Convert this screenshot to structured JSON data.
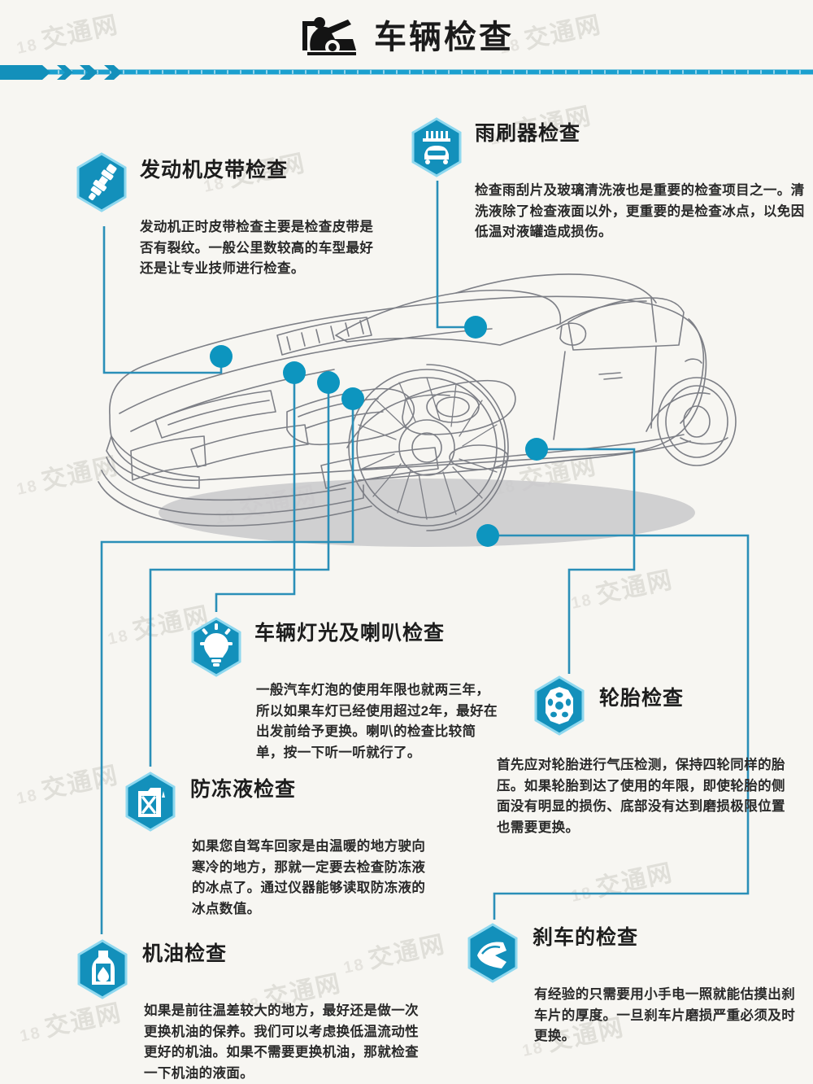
{
  "header": {
    "title": "车辆检查",
    "icon": "car-mechanic-icon",
    "accent_color": "#0f93c4",
    "rule_color": "#1ba0cf"
  },
  "watermark": {
    "text": "交通网",
    "tag": "18"
  },
  "diagram": {
    "illustration": "sedan-line-drawing",
    "dot_color": "#0d95bf",
    "line_color": "#2a8fb8"
  },
  "callouts": [
    {
      "id": "belt",
      "icon": "spark-plug-icon",
      "title": "发动机皮带检查",
      "body": "发动机正时皮带检查主要是检查皮带是否有裂纹。一般公里数较高的车型最好还是让专业技师进行检查。"
    },
    {
      "id": "wiper",
      "icon": "windshield-wiper-icon",
      "title": "雨刷器检查",
      "body": "检查雨刮片及玻璃清洗液也是重要的检查项目之一。清洗液除了检查液面以外，更重要的是检查冰点，以免因低温对液罐造成损伤。"
    },
    {
      "id": "light",
      "icon": "light-bulb-icon",
      "title": "车辆灯光及喇叭检查",
      "body": "一般汽车灯泡的使用年限也就两三年，所以如果车灯已经使用超过2年，最好在出发前给予更换。喇叭的检查比较简单，按一下听一听就行了。"
    },
    {
      "id": "antifreeze",
      "icon": "coolant-bottle-icon",
      "title": "防冻液检查",
      "body": "如果您自驾车回家是由温暖的地方驶向寒冷的地方，那就一定要去检查防冻液的冰点了。通过仪器能够读取防冻液的冰点数值。"
    },
    {
      "id": "tire",
      "icon": "wheel-rim-icon",
      "title": "轮胎检查",
      "body": "首先应对轮胎进行气压检测，保持四轮同样的胎压。如果轮胎到达了使用的年限，即使轮胎的侧面没有明显的损伤、底部没有达到磨损极限位置也需要更换。"
    },
    {
      "id": "brake",
      "icon": "brake-caliper-icon",
      "title": "刹车的检查",
      "body": "有经验的只需要用小手电一照就能估摸出刹车片的厚度。一旦刹车片磨损严重必须及时更换。"
    },
    {
      "id": "oil",
      "icon": "oil-bottle-icon",
      "title": "机油检查",
      "body": "如果是前往温差较大的地方，最好还是做一次更换机油的保养。我们可以考虑换低温流动性更好的机油。如果不需要更换机油，那就检查一下机油的液面。"
    }
  ]
}
